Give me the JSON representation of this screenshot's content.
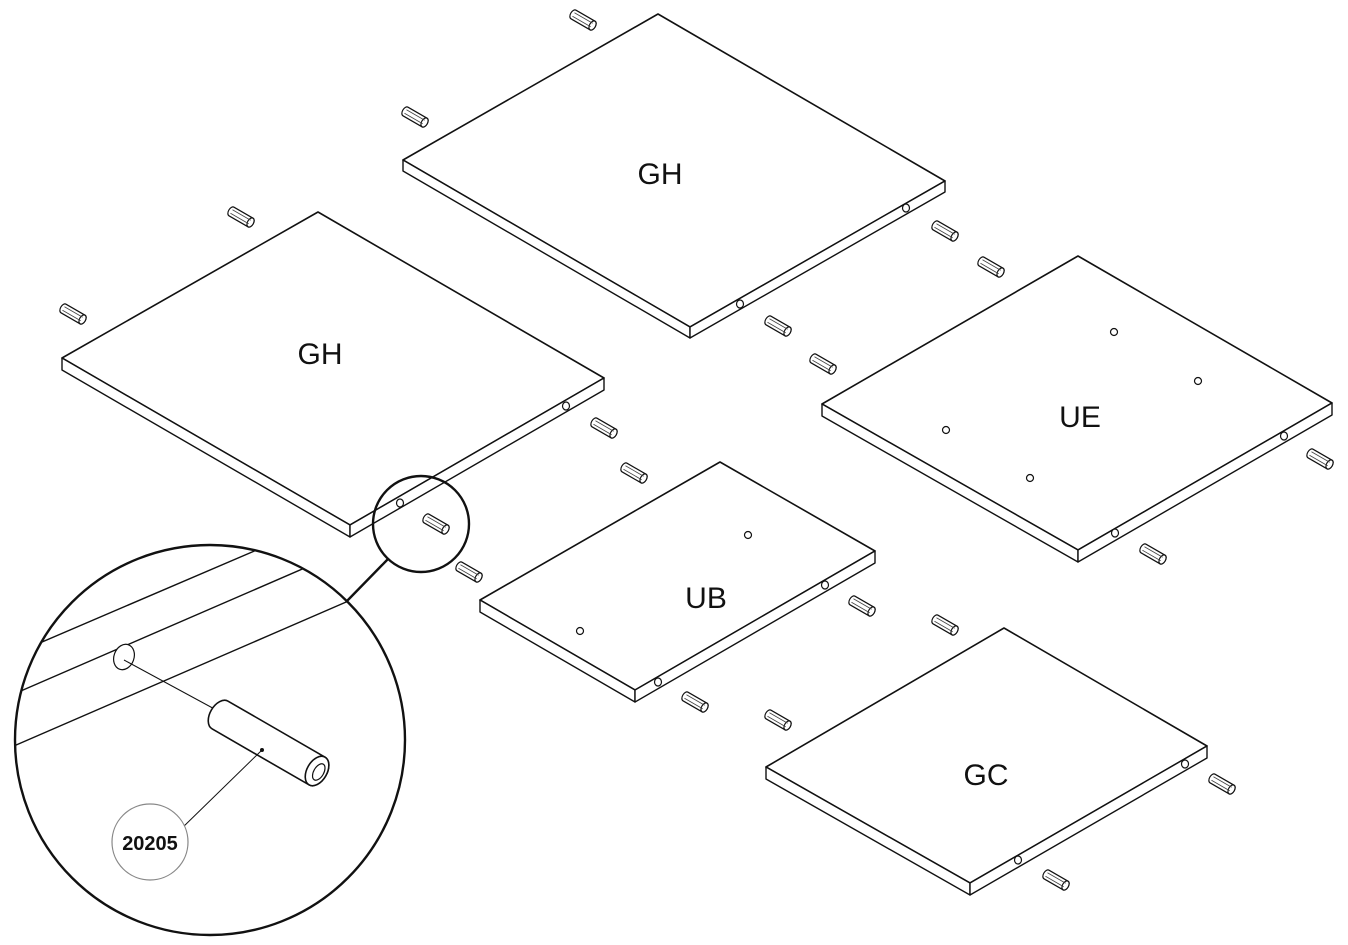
{
  "panels": [
    {
      "id": "gh-back",
      "label": "GH"
    },
    {
      "id": "gh-front",
      "label": "GH"
    },
    {
      "id": "ue",
      "label": "UE"
    },
    {
      "id": "ub",
      "label": "UB"
    },
    {
      "id": "gc",
      "label": "GC"
    }
  ],
  "detail": {
    "part_number": "20205",
    "part_icon": "dowel-pin-icon"
  },
  "colors": {
    "line": "#111111",
    "background": "#ffffff"
  }
}
